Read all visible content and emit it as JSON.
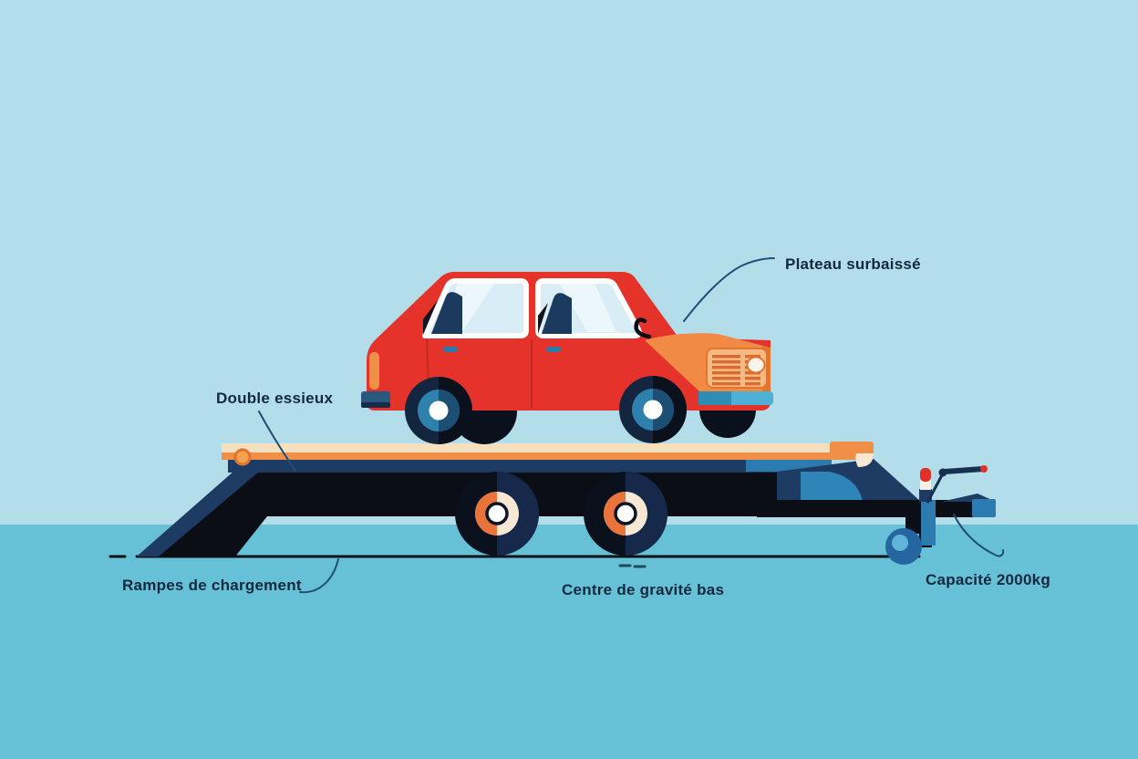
{
  "annotations": {
    "plateau": {
      "label": "Plateau surbaissé"
    },
    "double_essieux": {
      "label": "Double essieux"
    },
    "rampes": {
      "label": "Rampes de chargement"
    },
    "centre_gravite": {
      "label": "Centre de gravité bas"
    },
    "capacite": {
      "label": "Capacité 2000kg"
    }
  },
  "colors": {
    "bg_sky": "#b2dde9",
    "bg_ground": "#66c1d6",
    "ground_line": "#0c1118",
    "label_text": "#13283f",
    "leader": "#1f4e78",
    "car_red": "#e5322b",
    "hood_orange": "#f08a44",
    "hood_orange_dark": "#e2762f",
    "grille_frame": "#f6b981",
    "grille_bars": "#d96a32",
    "headlight": "#faf3e8",
    "bumper_light": "#4fb0d6",
    "bumper_dark": "#2f8cb5",
    "rear_bumper": "#27597f",
    "rear_bumper_dark": "#142c4a",
    "taillight": "#f09048",
    "window_blue": "#d8edf5",
    "window_hi": "#ecf7fb",
    "seat_navy": "#1c3a5e",
    "seat_black": "#10151f",
    "tire_black": "#0a101c",
    "tire_navy": "#16294a",
    "rim_teal": "#2e81ad",
    "rim_dark": "#1d4f74",
    "hub_white": "#fdfdfd",
    "deck_cream": "#f4e0bf",
    "deck_orange": "#f09048",
    "knob_orange": "#f5a24f",
    "knob_ring": "#dd7630",
    "frame_navy": "#1e3c63",
    "frame_black": "#0b0e14",
    "mid_blue": "#2c7bb0",
    "fender_blue": "#2f84b8",
    "t_hub_orange": "#e8743c",
    "t_hub_cream": "#f6e8d2",
    "jockey_blue": "#2565a0",
    "jockey_hi": "#5fb5d8",
    "jack_red": "#e0302a",
    "jack_white": "#f5f0e6"
  }
}
